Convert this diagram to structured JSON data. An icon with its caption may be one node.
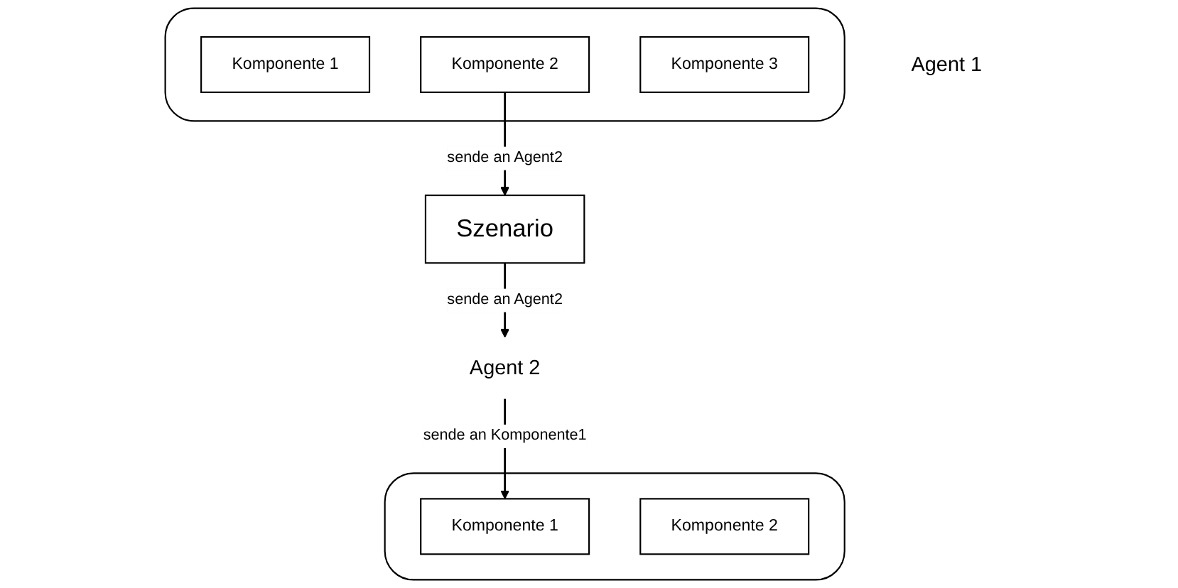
{
  "diagram": {
    "nodes": [
      {
        "text": [],
        "shape": "band"
      },
      {
        "text": [
          "Komponente 1"
        ],
        "in": 0
      },
      {
        "text": [
          "Komponente 2"
        ],
        "in": 0
      },
      {
        "text": [
          "Komponente 3"
        ],
        "in": 0
      },
      {
        "text": [
          "Agent 1"
        ]
      },
      {
        "text": [
          "Szenario"
        ]
      },
      {
        "text": [
          "Agent 2"
        ]
      },
      {
        "text": [],
        "shape": "band"
      },
      {
        "text": [
          "Komponente 1"
        ],
        "in": 7
      },
      {
        "text": [
          "Komponente 2"
        ],
        "in": 7
      }
    ],
    "edges": [
      {
        "from": 2,
        "to": 5,
        "arrow": "to",
        "label": "sende an Agent2"
      },
      {
        "from": 5,
        "to": 6,
        "arrow": "to",
        "label": "sende an Agent2"
      },
      {
        "from": 6,
        "to": 8,
        "arrow": "to",
        "label": "sende an Komponente1"
      }
    ]
  }
}
